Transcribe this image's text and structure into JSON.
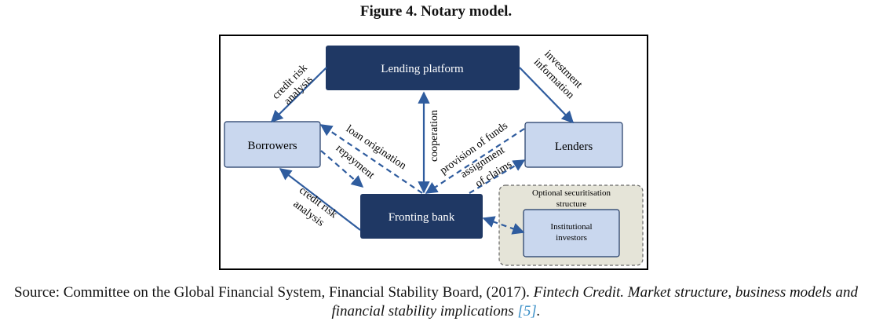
{
  "figure_title": "Figure 4. Notary model.",
  "nodes": {
    "lending_platform": "Lending platform",
    "borrowers": "Borrowers",
    "lenders": "Lenders",
    "fronting_bank": "Fronting bank",
    "institutional_investors_line1": "Institutional",
    "institutional_investors_line2": "investors",
    "securitisation_line1": "Optional securitisation",
    "securitisation_line2": "structure"
  },
  "edges": {
    "credit_risk_top_line1": "credit risk",
    "credit_risk_top_line2": "analysis",
    "investment_line1": "investment",
    "investment_line2": "information",
    "cooperation": "cooperation",
    "loan_origination": "loan origination",
    "repayment": "repayment",
    "provision_of_funds": "provision of funds",
    "assignment_line1": "assignment",
    "assignment_line2": "of claims",
    "credit_risk_bottom_line1": "credit risk",
    "credit_risk_bottom_line2": "analysis"
  },
  "colors": {
    "dark_box": "#1f3864",
    "light_box": "#c9d7ee",
    "arrow": "#2f5c9e",
    "dashed_area": "#e5e4d8"
  },
  "caption": {
    "prefix": "Source: Committee on the Global Financial System, Financial Stability Board, (2017). ",
    "title_italic": "Fintech Credit. Market structure, business models and financial stability implications",
    "ref": "[5]",
    "suffix": "."
  }
}
